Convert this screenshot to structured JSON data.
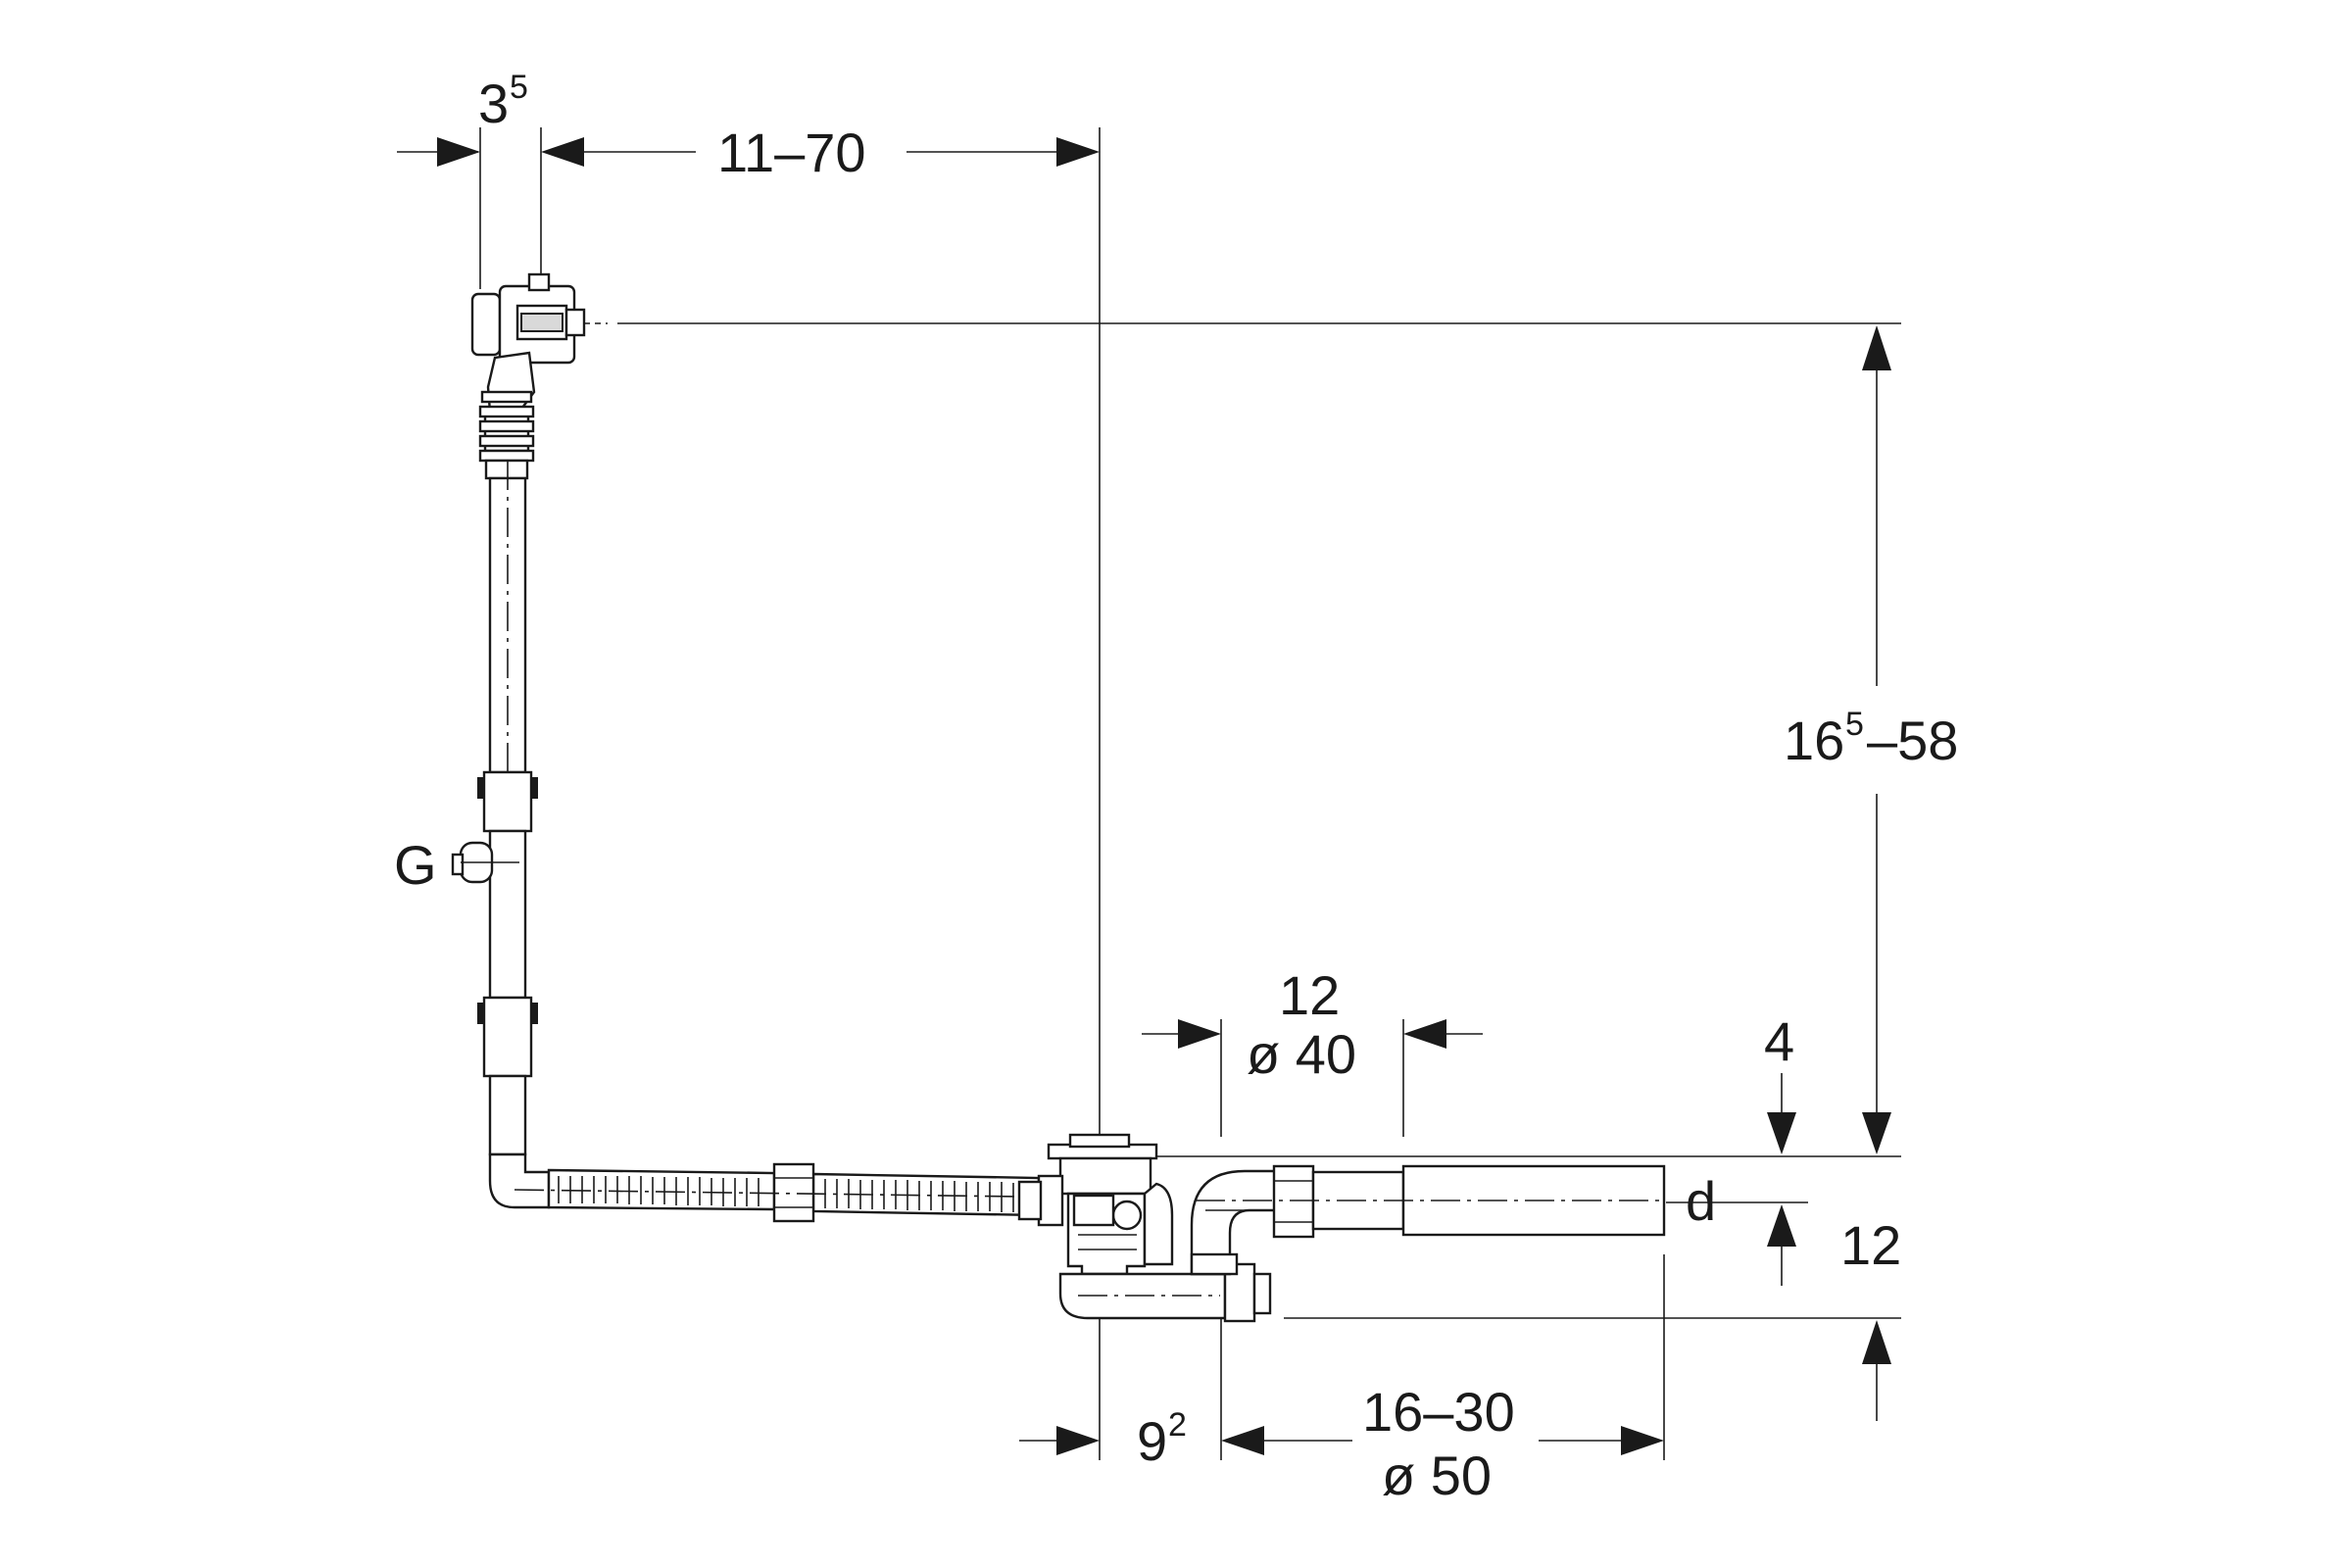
{
  "dimensions": {
    "d35": {
      "main": "3",
      "sup": "5"
    },
    "d11_70": "11–70",
    "d165_58": {
      "main": "16",
      "sup": "5",
      "rest": "–58"
    },
    "d12_top": "12",
    "d40": "ø 40",
    "d4": "4",
    "d12_right": "12",
    "d92": {
      "main": "9",
      "sup": "2"
    },
    "d16_30": "16–30",
    "d50": "ø 50"
  },
  "labels": {
    "g": "G",
    "d": "d"
  }
}
